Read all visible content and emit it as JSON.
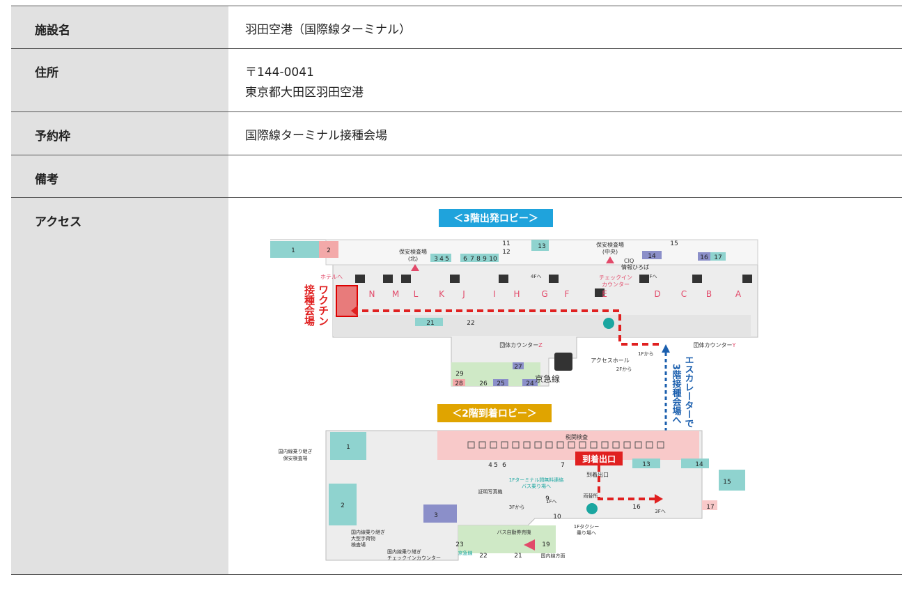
{
  "rows": {
    "facility": {
      "label": "施設名",
      "value": "羽田空港（国際線ターミナル）"
    },
    "address": {
      "label": "住所",
      "postal": "〒144-0041",
      "street": "東京都大田区羽田空港"
    },
    "slot": {
      "label": "予約枠",
      "value": "国際線ターミナル接種会場"
    },
    "notes": {
      "label": "備考",
      "value": ""
    },
    "access": {
      "label": "アクセス"
    }
  },
  "map": {
    "floor3_banner": "＜3階出発ロビー＞",
    "floor2_banner": "＜2階到着ロビー＞",
    "vaccine_venue": "ワクチン接種会場",
    "vaccine_col1": "ワクチン",
    "vaccine_col2": "接種会場",
    "escalator_note": "エスカレーターで3階接種会場へ",
    "escalator_col1": "エスカレーターで",
    "escalator_col2": "3階接種会場へ",
    "hotel": "ホテルへ",
    "security_north": "保安検査場",
    "security_north_sub": "(北)",
    "security_center": "保安検査場",
    "security_center_sub": "(中央)",
    "ciq": "CIQ",
    "info_plaza": "情報ひろば",
    "checkin_counter": "チェックイン",
    "checkin_counter2": "カウンター",
    "group_counter_z": "団体カウンター",
    "group_counter_y": "団体カウンター",
    "access_hall": "アクセスホール",
    "keikyu": "京急線",
    "counters": [
      "N",
      "M",
      "L",
      "K",
      "J",
      "I",
      "H",
      "G",
      "F",
      "E",
      "D",
      "C",
      "B",
      "A"
    ],
    "letter_z": "Z",
    "letter_y": "Y",
    "from_1f": "1Fから",
    "from_2f": "2Fから",
    "to_4f": "4Fへ",
    "customs": "税関検査",
    "arrival_exit": "到着出口",
    "arrival_exit_small": "到着出口",
    "domestic_transfer_security": "国内線乗り継ぎ",
    "domestic_transfer_security2": "保安検査場",
    "domestic_baggage": "国内線乗り継ぎ",
    "domestic_baggage2": "大型手荷物",
    "domestic_baggage3": "検査場",
    "domestic_checkin": "国内線乗り継ぎ",
    "domestic_checkin2": "チェックインカウンター",
    "shuttle_bus": "1Fターミナル間無料連絡",
    "shuttle_bus2": "バス乗り場へ",
    "photo_booth": "証明写真機",
    "from_3f": "3Fから",
    "to_1f": "1Fへ",
    "bus_ticket": "バス自動券売機",
    "taxi": "1Fタクシー",
    "taxi2": "乗り場へ",
    "domestic_direction": "国内線方面",
    "exchange": "両替所",
    "to_3f": "3Fへ",
    "keikyu_small": "京急線",
    "f3_numbers": [
      "1",
      "2",
      "3",
      "4",
      "5",
      "6",
      "7",
      "8",
      "9",
      "10",
      "11",
      "12",
      "13",
      "14",
      "15",
      "16",
      "17",
      "21",
      "22",
      "24",
      "25",
      "26",
      "27",
      "28",
      "29"
    ],
    "f2_numbers": [
      "1",
      "2",
      "3",
      "4",
      "5",
      "6",
      "7",
      "9",
      "10",
      "13",
      "14",
      "15",
      "16",
      "17",
      "19",
      "21",
      "22",
      "23"
    ]
  },
  "colors": {
    "header_bg": "#e1e1e1",
    "banner3": "#1fa3dc",
    "banner2": "#e0a400",
    "route": "#e02020",
    "escalator": "#1b5fae",
    "teal": "#8fd3cf"
  }
}
